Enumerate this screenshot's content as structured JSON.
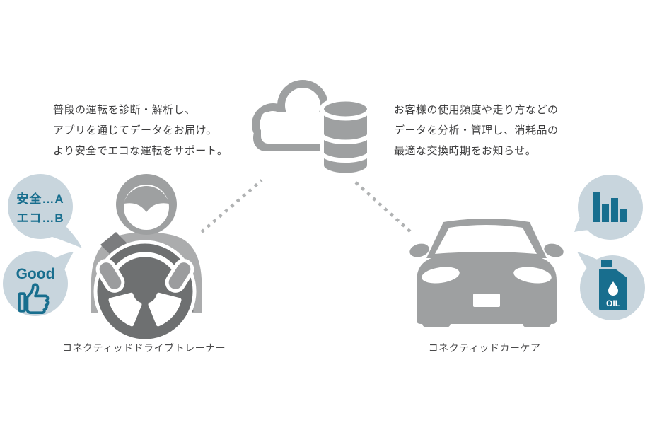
{
  "colors": {
    "background": "#ffffff",
    "figure_gray": "#9ea0a1",
    "body_gray": "#abacad",
    "dark_gray": "#6e7071",
    "belt_gray": "#7b7c7e",
    "hand_gray": "#9b9c9e",
    "bubble": "#c8d5dd",
    "teal": "#186e8e",
    "dotted_line": "#b0b2b3",
    "text": "#3d3d3e"
  },
  "center": {
    "icons": [
      "cloud-icon",
      "database-icon"
    ]
  },
  "left_panel": {
    "description": [
      "普段の運転を診断・解析し、",
      "アプリを通じてデータをお届け。",
      "より安全でエコな運転をサポート。"
    ],
    "caption": "コネクティッドドライブトレーナー",
    "rating_bubble": {
      "line1": "安全…A",
      "line2": "エコ…B"
    },
    "good_bubble": {
      "label": "Good",
      "icon": "thumbs-up-icon"
    },
    "figure": "driver-with-steering-wheel"
  },
  "right_panel": {
    "description": [
      "お客様の使用頻度や走り方などの",
      "データを分析・管理し、消耗品の",
      "最適な交換時期をお知らせ。"
    ],
    "caption": "コネクティッドカーケア",
    "chart_bubble": {
      "icon": "bar-chart-icon",
      "bar_values": [
        42,
        26,
        34,
        18
      ]
    },
    "oil_bubble": {
      "label": "OIL",
      "icon": "oil-can-icon"
    },
    "figure": "car-front"
  }
}
